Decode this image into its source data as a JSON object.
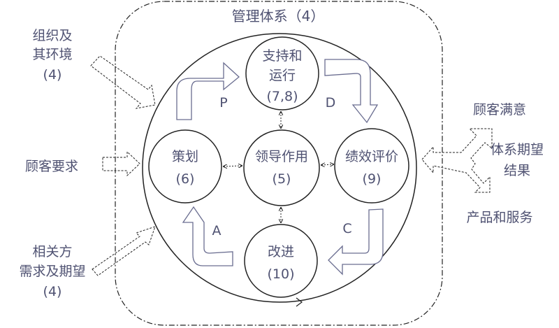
{
  "title": "管理体系（4）",
  "left_inputs": {
    "org_context": [
      "组织及",
      "其环境",
      "(4)"
    ],
    "customer_requirements": "顾客要求",
    "interested_parties": [
      "相关方",
      "需求及期望",
      "(4)"
    ]
  },
  "right_outputs": {
    "customer_satisfaction": "顾客满意",
    "system_results": [
      "体系期望",
      "结果"
    ],
    "products_services": "产品和服务"
  },
  "nodes": {
    "support": [
      "支持和",
      "运行",
      "(7,8)"
    ],
    "planning": [
      "策划",
      "(6)"
    ],
    "leadership": [
      "领导作用",
      "(5)"
    ],
    "performance": [
      "绩效评价",
      "(9)"
    ],
    "improvement": [
      "改进",
      "(10)"
    ]
  },
  "pdca": {
    "p": "P",
    "d": "D",
    "c": "C",
    "a": "A"
  },
  "colors": {
    "text": "#4f5272",
    "arrow": "#6a6d90",
    "line": "#222222"
  }
}
